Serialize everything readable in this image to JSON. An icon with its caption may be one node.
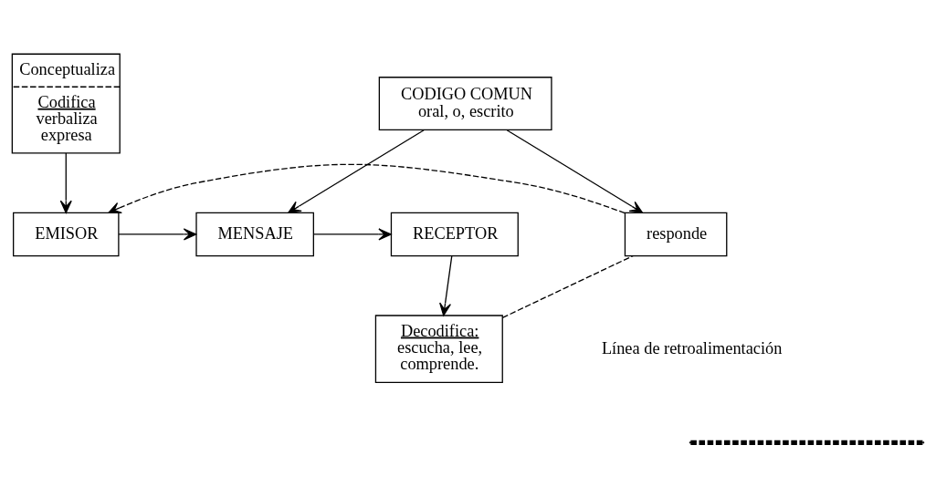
{
  "diagram": {
    "nodes": [
      {
        "text": [
          "EMISOR"
        ]
      },
      {
        "text": [
          "MENSAJE"
        ]
      },
      {
        "text": [
          "RECEPTOR"
        ]
      },
      {
        "text": [
          "Conceptualiza",
          "Codifica",
          "verbaliza expresa"
        ]
      },
      {
        "text": [
          "CODIGO COMUN",
          "oral, o, escrito"
        ]
      },
      {
        "text": [
          "Decodifica:",
          "escucha, lee, comprende."
        ]
      },
      {
        "text": [
          "responde"
        ]
      }
    ],
    "edges": [
      {
        "from": 0,
        "to": 1,
        "arrow": "to"
      },
      {
        "from": 1,
        "to": 2,
        "arrow": "to"
      },
      {
        "from": 2,
        "to": 5,
        "arrow": "to"
      },
      {
        "from": 3,
        "to": 0,
        "arrow": "to"
      },
      {
        "from": 4,
        "to": 1,
        "arrow": "to"
      },
      {
        "from": 4,
        "to": 6,
        "arrow": "to"
      },
      {
        "from": 5,
        "to": 6,
        "arrow": "none",
        "style": "dashed"
      },
      {
        "from": 6,
        "to": 0,
        "arrow": "to",
        "style": "dashed"
      }
    ],
    "legend": [
      {
        "text": "Línea de retroalimentación"
      }
    ]
  }
}
